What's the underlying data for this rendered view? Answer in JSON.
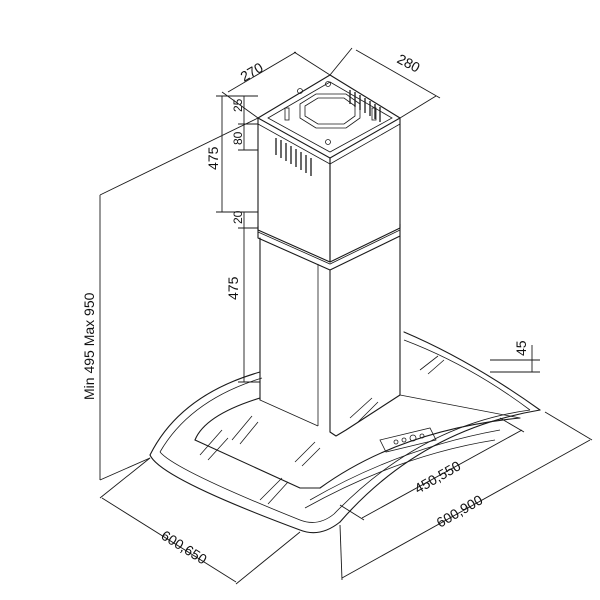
{
  "dimensions": {
    "chimney_width": "270",
    "chimney_depth": "280",
    "top_offset": "25",
    "vent_height": "80",
    "upper_chimney_height": "475",
    "overlap": "20",
    "lower_chimney_height": "475",
    "glass_height": "45",
    "total_height_range": "Min 495 Max 950",
    "inner_width_options": "450,550",
    "outer_width_options": "600,900",
    "depth_options": "600,650"
  },
  "colors": {
    "line": "#1a1a1a",
    "background": "#ffffff"
  }
}
